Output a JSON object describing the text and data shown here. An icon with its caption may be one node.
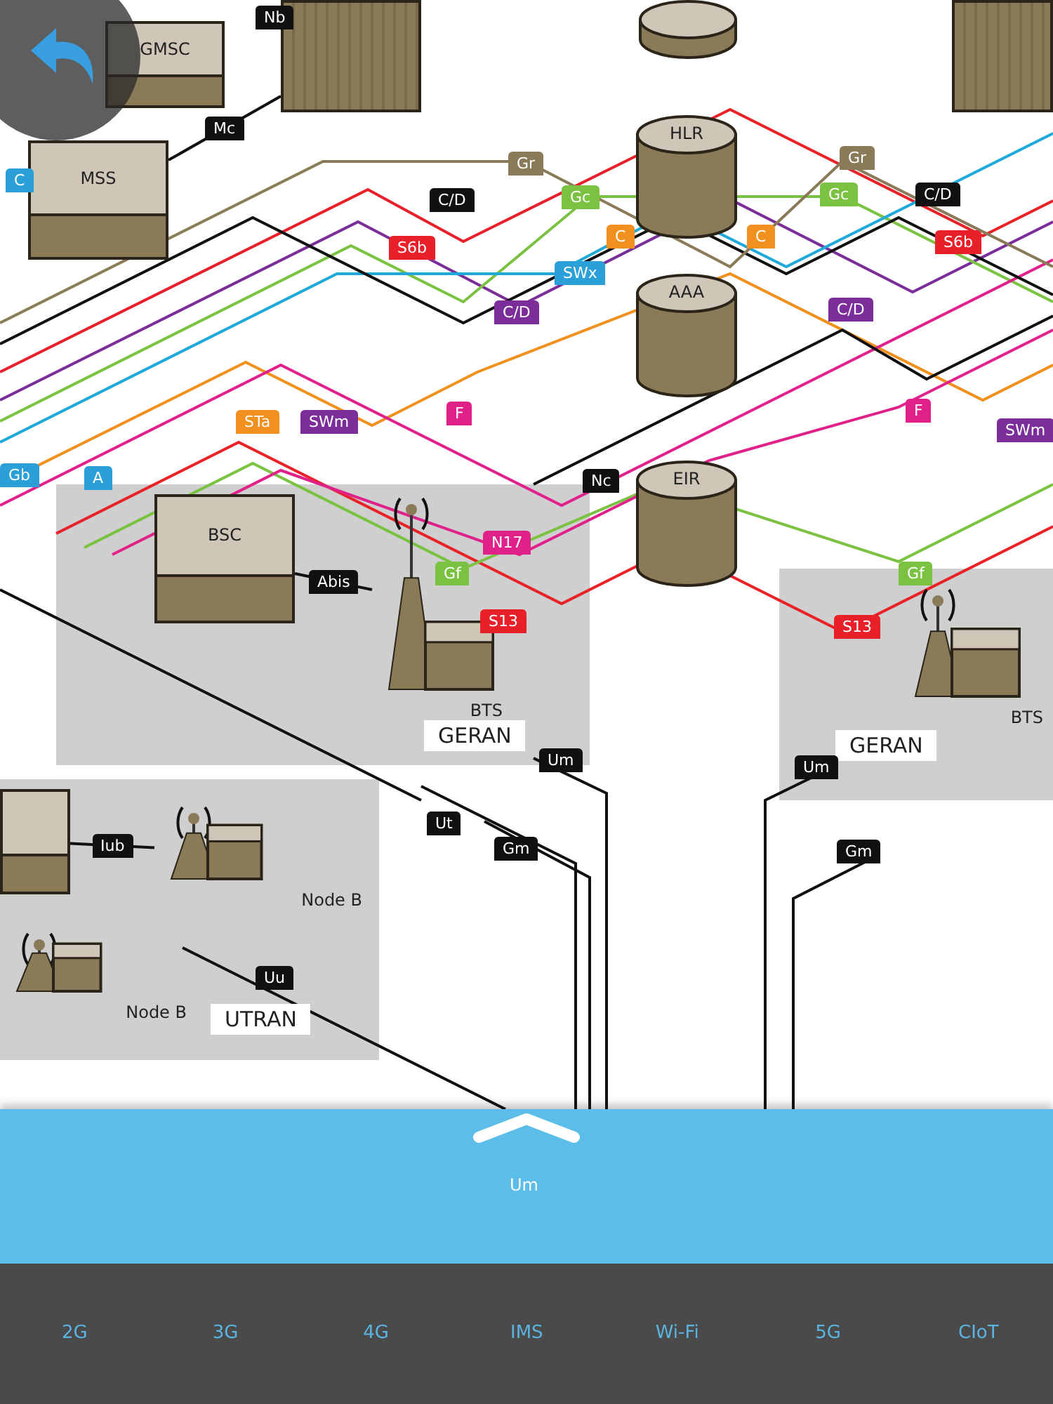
{
  "diagram": {
    "nodes": [
      {
        "text": [],
        "shape": "cylinder"
      },
      {
        "text": [
          "GMSC"
        ]
      },
      {
        "text": [],
        "shape": "box"
      },
      {
        "text": [],
        "shape": "box"
      },
      {
        "text": [
          "MSS"
        ]
      },
      {
        "text": [
          "HLR"
        ]
      },
      {
        "text": [
          "AAA"
        ]
      },
      {
        "text": [
          "EIR"
        ]
      },
      {
        "text": [
          "GERAN"
        ]
      },
      {
        "text": [
          "BSC"
        ],
        "in": 8
      },
      {
        "text": [
          "BTS"
        ],
        "in": 8
      },
      {
        "text": [
          "UTRAN"
        ]
      },
      {
        "text": [],
        "shape": "box",
        "in": 11
      },
      {
        "text": [
          "Node B"
        ],
        "in": 11
      },
      {
        "text": [
          "Node B"
        ],
        "in": 11
      },
      {
        "text": [
          "GERAN"
        ]
      },
      {
        "text": [
          "BTS"
        ],
        "in": 15
      }
    ],
    "edges": [
      {
        "from": 4,
        "to": 2,
        "arrow": "none",
        "label": "Mc"
      },
      {
        "from": 9,
        "to": 10,
        "arrow": "none",
        "label": "Abis"
      },
      {
        "from": 12,
        "to": 13,
        "arrow": "none",
        "label": "Iub"
      }
    ],
    "labels": [
      "Nb",
      "C",
      "Gr",
      "Gr",
      "Gc",
      "Gc",
      "C/D",
      "C/D",
      "S6b",
      "S6b",
      "C",
      "C",
      "SWx",
      "C/D",
      "C/D",
      "Gb",
      "A",
      "STa",
      "SWm",
      "F",
      "F",
      "SWm",
      "Nc",
      "N17",
      "Gf",
      "Gf",
      "S13",
      "S13",
      "Um",
      "Um",
      "Ut",
      "Gm",
      "Gm",
      "Uu",
      "Um",
      "2G",
      "3G",
      "4G",
      "IMS",
      "Wi-Fi",
      "5G",
      "CIoT"
    ]
  }
}
